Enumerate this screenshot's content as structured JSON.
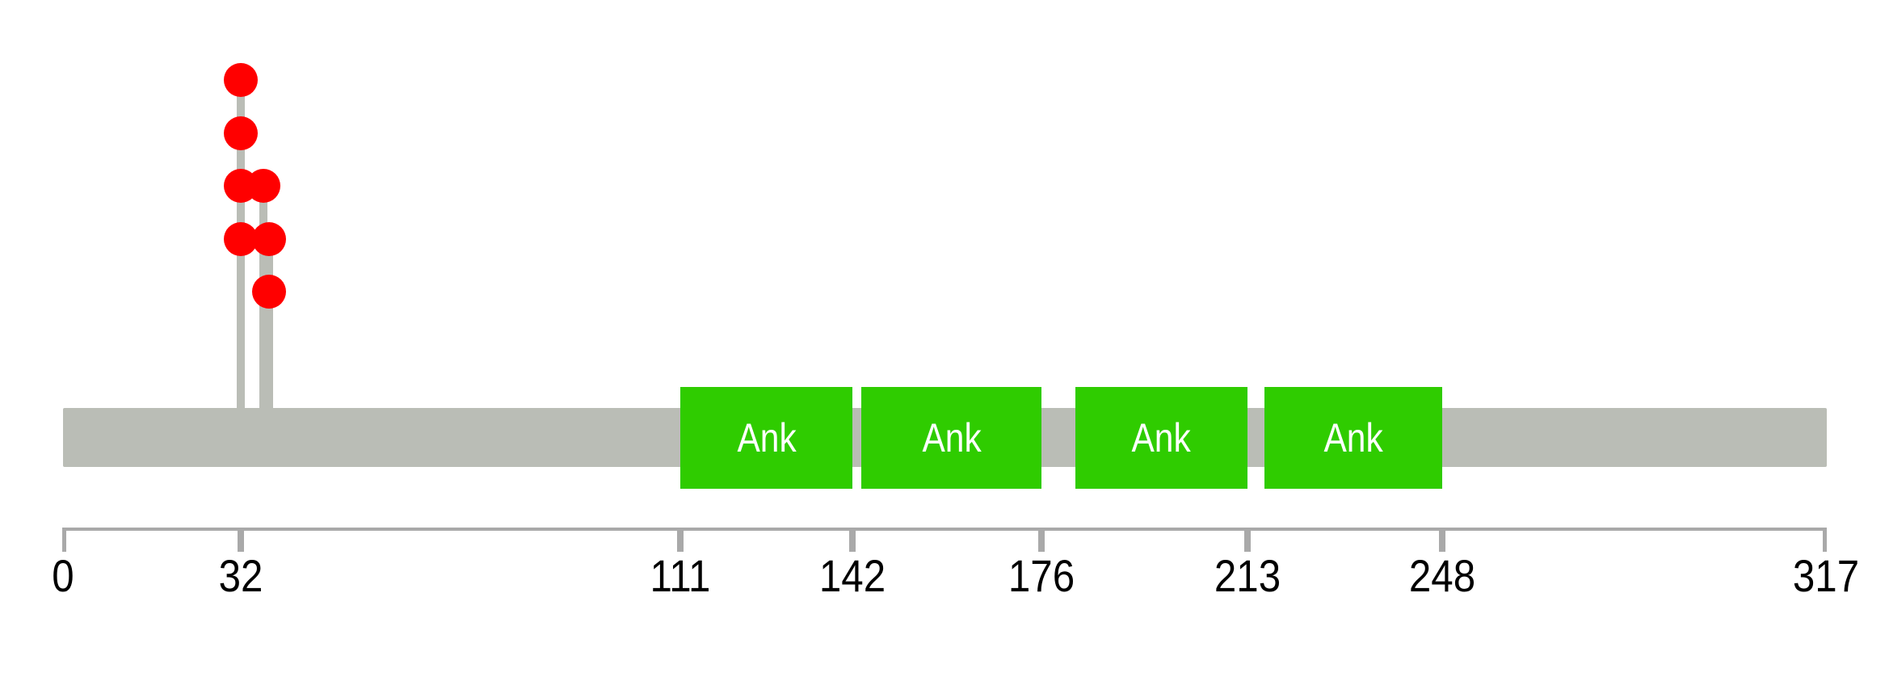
{
  "chart_data": {
    "type": "lollipop",
    "title": "",
    "description": "Protein lollipop mutation diagram with ankyrin repeat domains",
    "protein": {
      "start": 0,
      "length": 317
    },
    "axis_ticks": [
      0,
      32,
      111,
      142,
      176,
      213,
      248,
      317
    ],
    "axis_range": [
      0,
      317
    ],
    "grid": false,
    "legend": false,
    "domains": [
      {
        "label": "Ank",
        "start": 111,
        "end": 142
      },
      {
        "label": "Ank",
        "start": 143.5,
        "end": 176
      },
      {
        "label": "Ank",
        "start": 182,
        "end": 213
      },
      {
        "label": "Ank",
        "start": 216,
        "end": 248
      }
    ],
    "mutations": [
      {
        "position": 32,
        "count": 4,
        "stack_row": 0
      },
      {
        "position": 36,
        "count": 1,
        "stack_row": 2
      },
      {
        "position": 37,
        "count": 2,
        "stack_row": 3
      }
    ],
    "colors": {
      "background": "#FFFFFF",
      "backbone": "#BABDB6",
      "stem": "#BABDB6",
      "domain_fill": "#2FCC00",
      "domain_label": "#FFFFFF",
      "mutation": "#FF0000",
      "axis": "#A9A9A9",
      "tick_label": "#000000"
    }
  }
}
